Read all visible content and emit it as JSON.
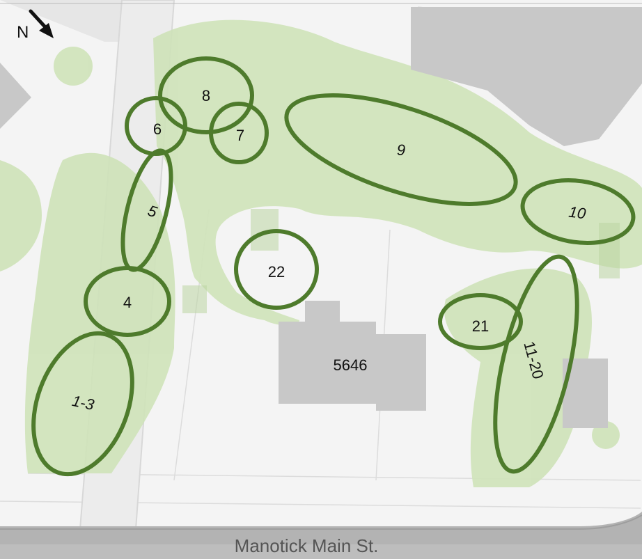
{
  "compass": {
    "label": "N",
    "icon": "north-arrow-icon"
  },
  "building": {
    "label": "5646"
  },
  "street": {
    "label": "Manotick Main St."
  },
  "colors": {
    "outline": "#4e7b2c",
    "canopy": "#cfe3b9",
    "building": "#c8c8c8",
    "road": "#b3b3b3"
  },
  "zones": [
    {
      "label": "1-3",
      "italic": true
    },
    {
      "label": "4",
      "italic": false
    },
    {
      "label": "5",
      "italic": true
    },
    {
      "label": "6",
      "italic": false
    },
    {
      "label": "7",
      "italic": false
    },
    {
      "label": "8",
      "italic": false
    },
    {
      "label": "9",
      "italic": true
    },
    {
      "label": "10",
      "italic": true
    },
    {
      "label": "11-20",
      "italic": false
    },
    {
      "label": "21",
      "italic": false
    },
    {
      "label": "22",
      "italic": false
    }
  ]
}
